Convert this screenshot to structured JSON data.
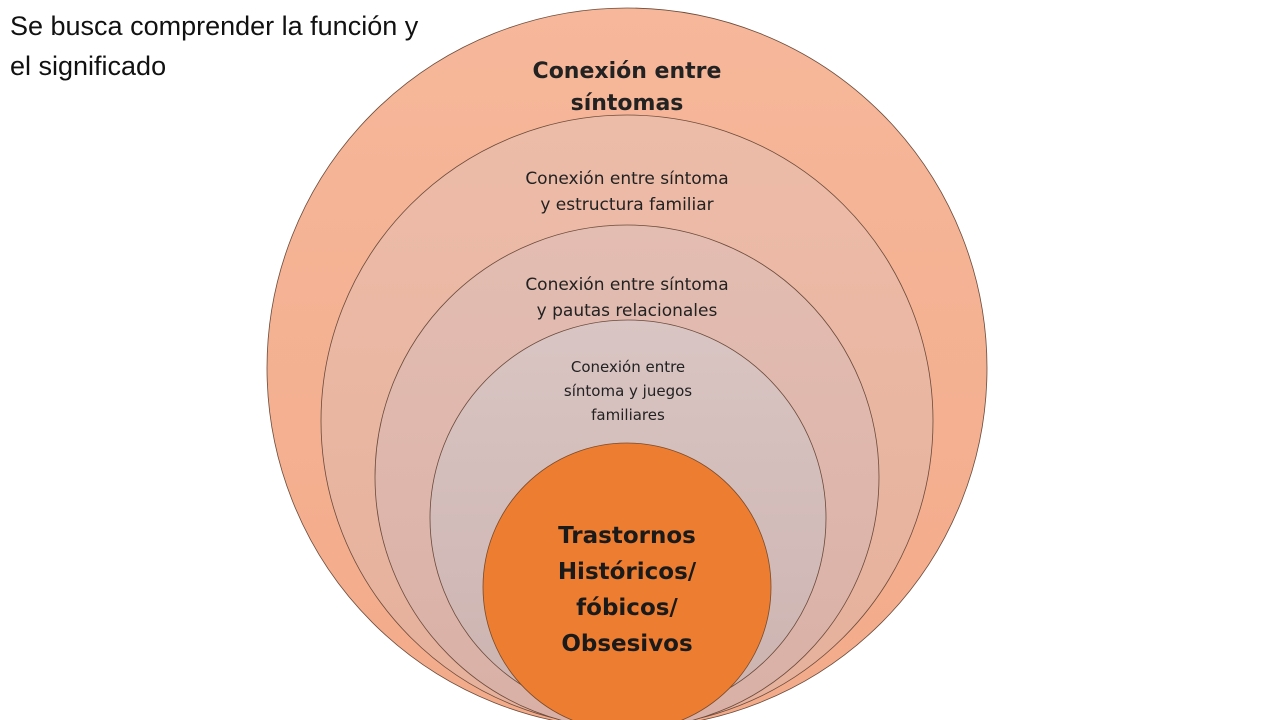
{
  "caption": {
    "lines": [
      "Se busca comprender la función y",
      "el significado"
    ]
  },
  "rings": [
    {
      "id": "ring-1",
      "name": "outer-ring",
      "lines": [
        "Conexión entre",
        "síntomas"
      ],
      "fill": "#f4b494"
    },
    {
      "id": "ring-2",
      "name": "ring-estructura",
      "lines": [
        "Conexión entre síntoma",
        "y estructura familiar"
      ],
      "fill": "#e9b8a3"
    },
    {
      "id": "ring-3",
      "name": "ring-pautas",
      "lines": [
        "Conexión entre síntoma",
        "y pautas relacionales"
      ],
      "fill": "#dfb6ab"
    },
    {
      "id": "ring-4",
      "name": "ring-juegos",
      "lines": [
        "Conexión entre",
        "síntoma y juegos",
        "familiares"
      ],
      "fill": "#d5c0bd"
    },
    {
      "id": "core",
      "name": "core-circle",
      "lines": [
        "Trastornos",
        "Históricos/",
        "fóbicos/",
        "Obsesivos"
      ],
      "fill": "#ed7d31"
    }
  ]
}
